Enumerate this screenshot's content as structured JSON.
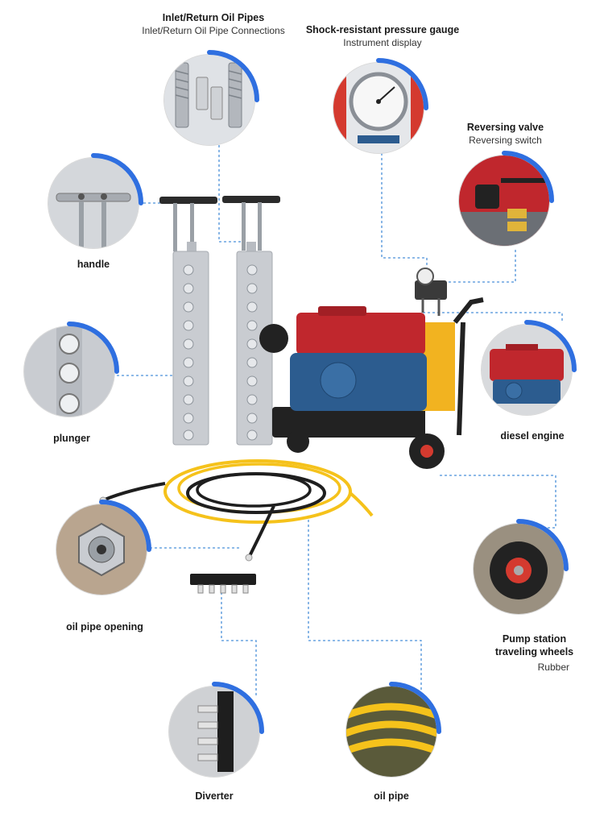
{
  "components": {
    "inlet_return_pipes": {
      "title": "Inlet/Return Oil Pipes",
      "subtitle": "Inlet/Return Oil Pipe Connections"
    },
    "pressure_gauge": {
      "title": "Shock-resistant pressure gauge",
      "subtitle": "Instrument display"
    },
    "reversing_valve": {
      "title": "Reversing valve",
      "subtitle": "Reversing switch"
    },
    "handle": {
      "title": "handle"
    },
    "plunger": {
      "title": "plunger"
    },
    "diesel_engine": {
      "title": "diesel engine"
    },
    "oil_pipe_opening": {
      "title": "oil pipe opening"
    },
    "wheels": {
      "title_line1": "Pump station",
      "title_line2": "traveling wheels",
      "subtitle": "Rubber"
    },
    "diverter": {
      "title": "Diverter"
    },
    "oil_pipe": {
      "title": "oil pipe"
    }
  },
  "colors": {
    "accent_blue": "#2f6fe0",
    "engine_red": "#c0272d",
    "engine_blue": "#2c5c8f",
    "tank_yellow": "#f2b320",
    "hose_yellow": "#f5c21b",
    "steel": "#c9ccd1"
  }
}
